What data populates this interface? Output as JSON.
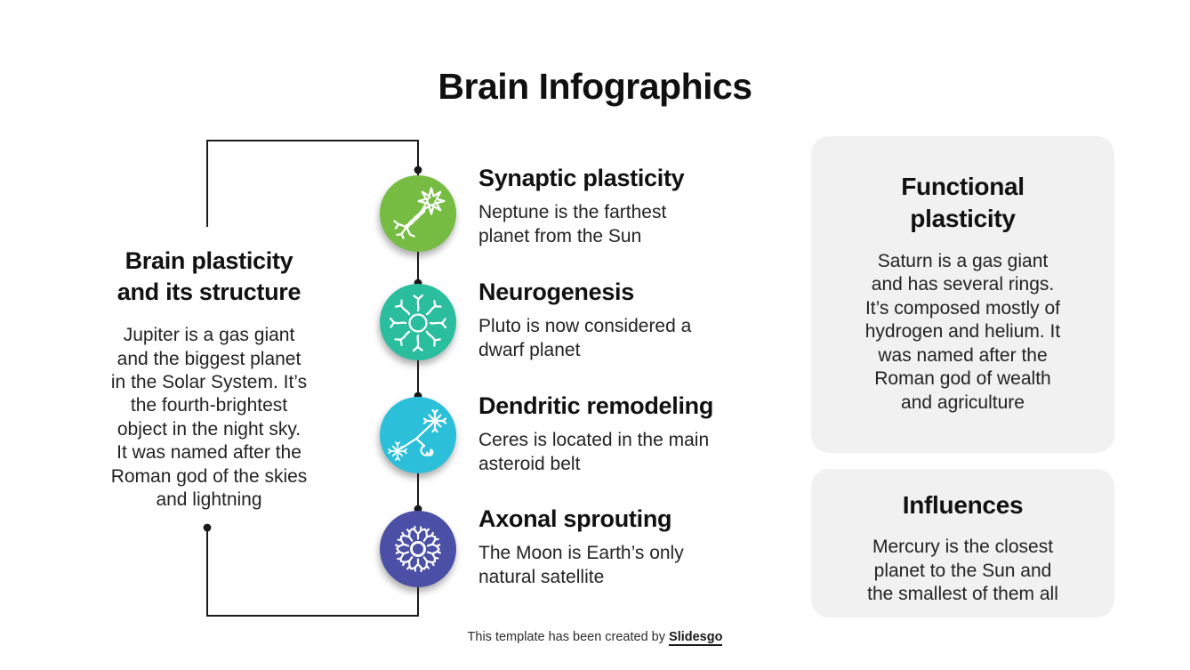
{
  "slide": {
    "title": "Brain Infographics",
    "connector_color": "#1A1A1A",
    "left_section": {
      "heading": "Brain plasticity\nand its structure",
      "body": "Jupiter is a gas giant\nand the biggest planet\nin the Solar System. It’s\nthe fourth-brightest\nobject in the night sky.\nIt was named after the\nRoman god of the skies\nand lightning"
    },
    "timeline": {
      "items": [
        {
          "icon": "synapse-neuron-icon",
          "color": "#76BC43",
          "heading": "Synaptic plasticity",
          "body": "Neptune is the farthest\nplanet from the Sun"
        },
        {
          "icon": "neurogenesis-cell-icon",
          "color": "#2ABD9E",
          "heading": "Neurogenesis",
          "body": "Pluto is now considered a\ndwarf planet"
        },
        {
          "icon": "dendrite-icon",
          "color": "#2BBFD9",
          "heading": "Dendritic remodeling",
          "body": "Ceres is located in the main\nasteroid belt"
        },
        {
          "icon": "axon-sprouting-icon",
          "color": "#4B4FA5",
          "heading": "Axonal sprouting",
          "body": "The Moon is Earth’s only\nnatural satellite"
        }
      ]
    },
    "right_section": {
      "box_background": "#F1F1F2",
      "boxes": [
        {
          "heading": "Functional\nplasticity",
          "body": "Saturn is a gas giant\nand has several rings.\nIt’s composed mostly of\nhydrogen and helium. It\nwas named after the\nRoman god of wealth\nand agriculture"
        },
        {
          "heading": "Influences",
          "body": "Mercury is the closest\nplanet to the Sun and\nthe smallest of them all"
        }
      ]
    },
    "footer": {
      "text": "This template has been created by ",
      "brand": "Slidesgo"
    }
  }
}
